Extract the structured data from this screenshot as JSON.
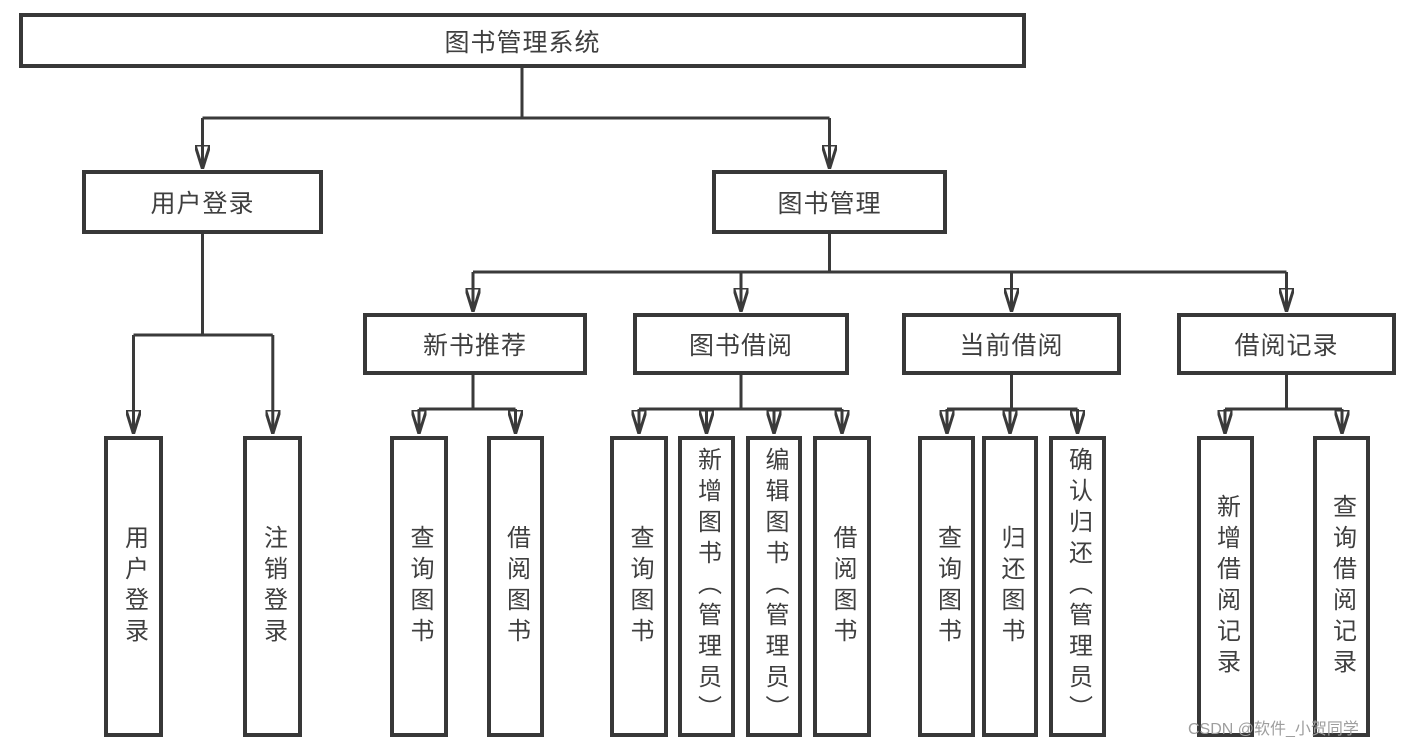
{
  "tree": {
    "root": {
      "label": "图书管理系统"
    },
    "level2": [
      {
        "label": "用户登录",
        "children": [
          {
            "label": "用户登录"
          },
          {
            "label": "注销登录"
          }
        ]
      },
      {
        "label": "图书管理",
        "children": [
          {
            "label": "新书推荐",
            "children": [
              {
                "label": "查询图书"
              },
              {
                "label": "借阅图书"
              }
            ]
          },
          {
            "label": "图书借阅",
            "children": [
              {
                "label": "查询图书"
              },
              {
                "label": "新增图书（管理员）"
              },
              {
                "label": "编辑图书（管理员）"
              },
              {
                "label": "借阅图书"
              }
            ]
          },
          {
            "label": "当前借阅",
            "children": [
              {
                "label": "查询图书"
              },
              {
                "label": "归还图书"
              },
              {
                "label": "确认归还（管理员）"
              }
            ]
          },
          {
            "label": "借阅记录",
            "children": [
              {
                "label": "新增借阅记录"
              },
              {
                "label": "查询借阅记录"
              }
            ]
          }
        ]
      }
    ]
  },
  "watermark": {
    "text": "CSDN @软件_小贺同学"
  },
  "colors": {
    "line": "#3a3a3a",
    "box_border": "#383838",
    "text": "#3f3f3f",
    "watermark": "#9e9e9e",
    "background": "#ffffff"
  }
}
